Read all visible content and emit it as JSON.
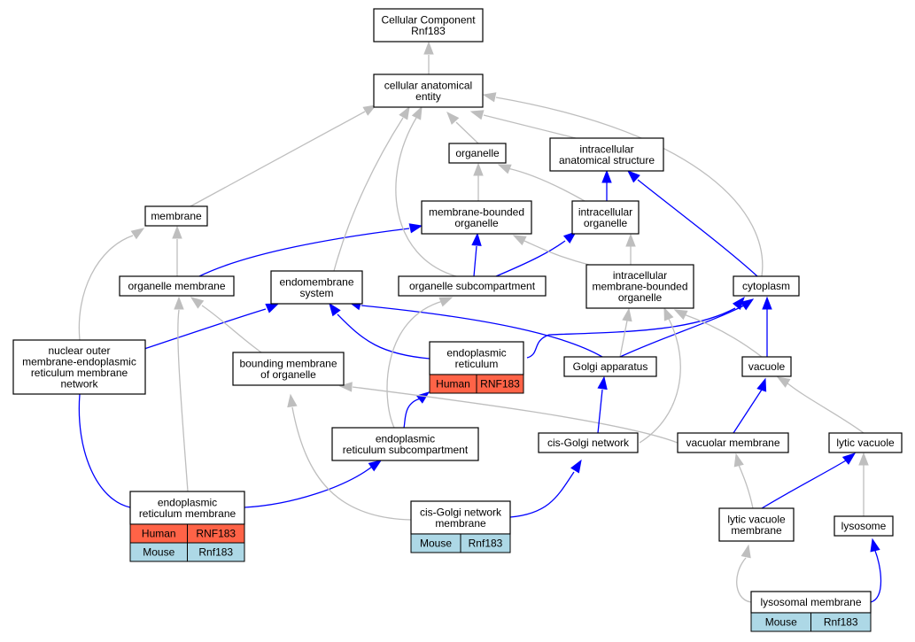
{
  "nodes": {
    "cellular_component": [
      "Cellular Component",
      "Rnf183"
    ],
    "cellular_anatomical_entity": [
      "cellular anatomical",
      "entity"
    ],
    "organelle": [
      "organelle"
    ],
    "intracellular_anatomical_structure": [
      "intracellular",
      "anatomical structure"
    ],
    "membrane": [
      "membrane"
    ],
    "membrane_bounded_organelle": [
      "membrane-bounded",
      "organelle"
    ],
    "intracellular_organelle": [
      "intracellular",
      "organelle"
    ],
    "organelle_membrane": [
      "organelle membrane"
    ],
    "endomembrane_system": [
      "endomembrane",
      "system"
    ],
    "organelle_subcompartment": [
      "organelle subcompartment"
    ],
    "intracellular_membrane_bounded_organelle": [
      "intracellular",
      "membrane-bounded",
      "organelle"
    ],
    "cytoplasm": [
      "cytoplasm"
    ],
    "nuclear_outer_membrane": [
      "nuclear outer",
      "membrane-endoplasmic",
      "reticulum membrane",
      "network"
    ],
    "bounding_membrane": [
      "bounding membrane",
      "of organelle"
    ],
    "endoplasmic_reticulum": [
      "endoplasmic",
      "reticulum"
    ],
    "golgi_apparatus": [
      "Golgi apparatus"
    ],
    "vacuole": [
      "vacuole"
    ],
    "er_subcompartment": [
      "endoplasmic",
      "reticulum subcompartment"
    ],
    "cis_golgi_network": [
      "cis-Golgi network"
    ],
    "vacuolar_membrane": [
      "vacuolar membrane"
    ],
    "lytic_vacuole": [
      "lytic vacuole"
    ],
    "er_membrane": [
      "endoplasmic",
      "reticulum membrane"
    ],
    "cis_golgi_network_membrane": [
      "cis-Golgi network",
      "membrane"
    ],
    "lytic_vacuole_membrane": [
      "lytic vacuole",
      "membrane"
    ],
    "lysosome": [
      "lysosome"
    ],
    "lysosomal_membrane": [
      "lysosomal membrane"
    ]
  },
  "annotations": {
    "endoplasmic_reticulum": [
      [
        "Human",
        "RNF183"
      ]
    ],
    "er_membrane": [
      [
        "Human",
        "RNF183"
      ],
      [
        "Mouse",
        "Rnf183"
      ]
    ],
    "cis_golgi_network_membrane": [
      [
        "Mouse",
        "Rnf183"
      ]
    ],
    "lysosomal_membrane": [
      [
        "Mouse",
        "Rnf183"
      ]
    ]
  },
  "colors": {
    "human": "#ff6347",
    "mouse": "#add8e6",
    "is_a_edge": "#bebebe",
    "part_of_edge": "#0000ff"
  }
}
